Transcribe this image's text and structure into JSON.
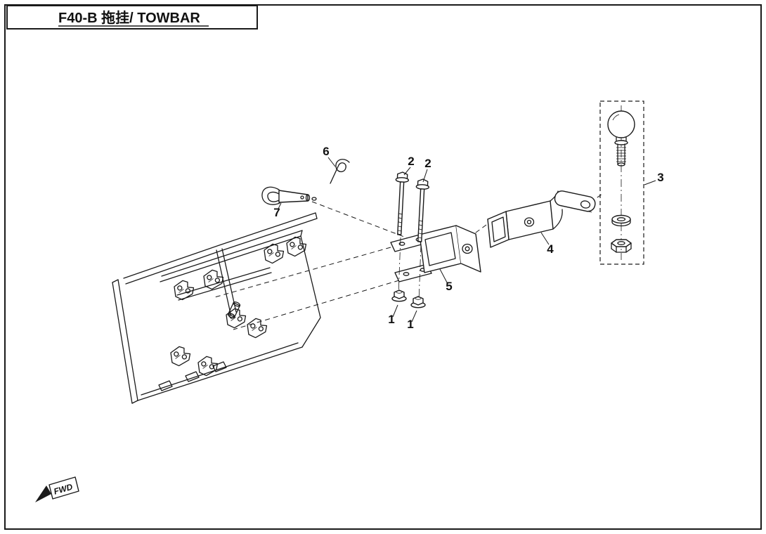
{
  "header": {
    "title": "F40-B 拖挂/ TOWBAR"
  },
  "footer": {
    "fwd_label": "FWD"
  },
  "colors": {
    "line": "#1a1a1a",
    "background": "#ffffff"
  },
  "callouts": {
    "nut_left": "1",
    "nut_right": "1",
    "bolt_left": "2",
    "bolt_right": "2",
    "ball_kit": "3",
    "receiver_tube": "4",
    "mount_bracket": "5",
    "r_clip": "6",
    "hitch_pin": "7"
  }
}
